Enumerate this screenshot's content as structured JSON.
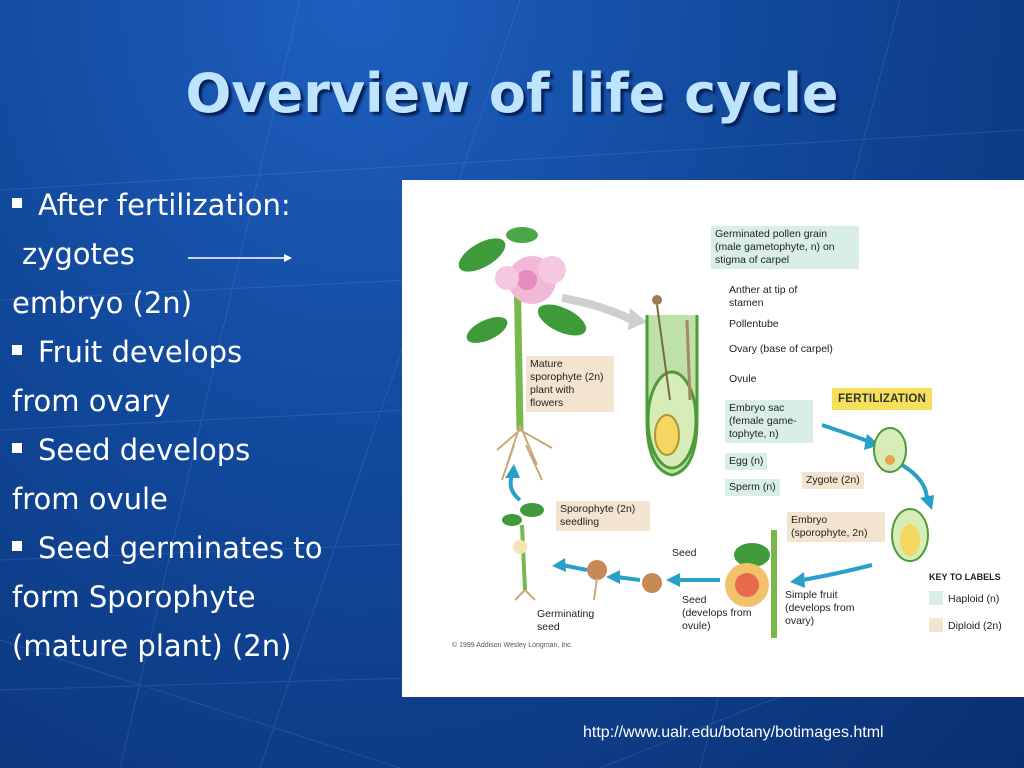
{
  "slide": {
    "title": "Overview of life cycle",
    "source_url": "http://www.ualr.edu/botany/botimages.html"
  },
  "bullets": [
    {
      "text": "After fertilization:",
      "bullet": true
    },
    {
      "text": "zygotes",
      "bullet": false
    },
    {
      "text": "embryo (2n)",
      "bullet": false
    },
    {
      "text": "Fruit develops",
      "bullet": true
    },
    {
      "text": "from ovary",
      "bullet": false
    },
    {
      "text": "Seed develops",
      "bullet": true
    },
    {
      "text": "from ovule",
      "bullet": false
    },
    {
      "text": "Seed germinates to",
      "bullet": true
    },
    {
      "text": "form Sporophyte",
      "bullet": false
    },
    {
      "text": "(mature plant) (2n)",
      "bullet": false
    }
  ],
  "figure": {
    "labels": {
      "pollen_grain": "Germinated pollen grain (male gametophyte, n) on stigma of carpel",
      "anther": "Anther at tip of stamen",
      "pollen_tube": "Pollentube",
      "ovary": "Ovary (base of carpel)",
      "ovule": "Ovule",
      "embryo_sac": "Embryo sac (female game-tophyte, n)",
      "egg": "Egg (n)",
      "sperm": "Sperm (n)",
      "fertilization": "FERTILIZATION",
      "zygote": "Zygote (2n)",
      "embryo": "Embryo (sporophyte, 2n)",
      "mature_sporophyte": "Mature sporophyte (2n) plant with flowers",
      "sporophyte_seedling": "Sporophyte (2n) seedling",
      "seed": "Seed",
      "seed_develops": "Seed (develops from ovule)",
      "simple_fruit": "Simple fruit (develops from ovary)",
      "germinating_seed": "Germinating seed",
      "copyright": "© 1999 Addison Wesley Longman, Inc."
    },
    "key": {
      "title": "KEY TO LABELS",
      "haploid": "Haploid (n)",
      "diploid": "Diploid (2n)"
    },
    "colors": {
      "haploid": "#d9efe6",
      "diploid": "#f3e4cf",
      "arrow": "#2aa0c8",
      "fertilization_box": "#f6e05a"
    }
  }
}
